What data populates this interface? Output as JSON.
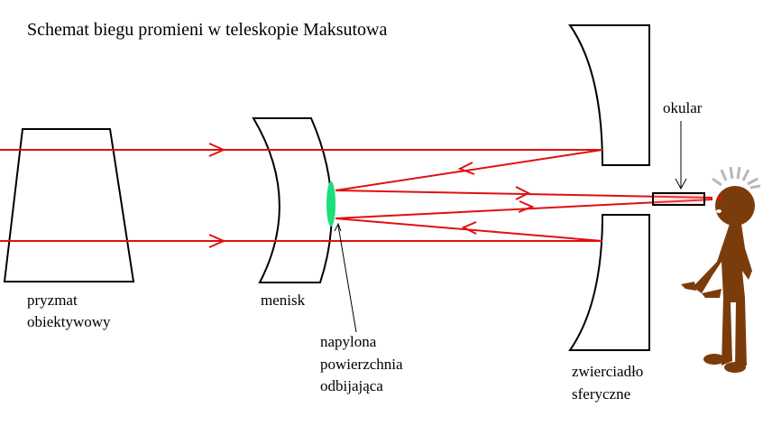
{
  "title": "Schemat biegu promieni w teleskopie Maksutowa",
  "labels": {
    "prism": [
      "pryzmat",
      "obiektywowy"
    ],
    "meniscus": "menisk",
    "coating": [
      "napylona",
      "powierzchnia",
      "odbijająca"
    ],
    "mirror": [
      "zwierciadło",
      "sferyczne"
    ],
    "eyepiece": "okular"
  },
  "colors": {
    "ray": "#e01010",
    "coating": "#19e07a",
    "person": "#7b3c0c",
    "hair": "#b8b8b8"
  }
}
